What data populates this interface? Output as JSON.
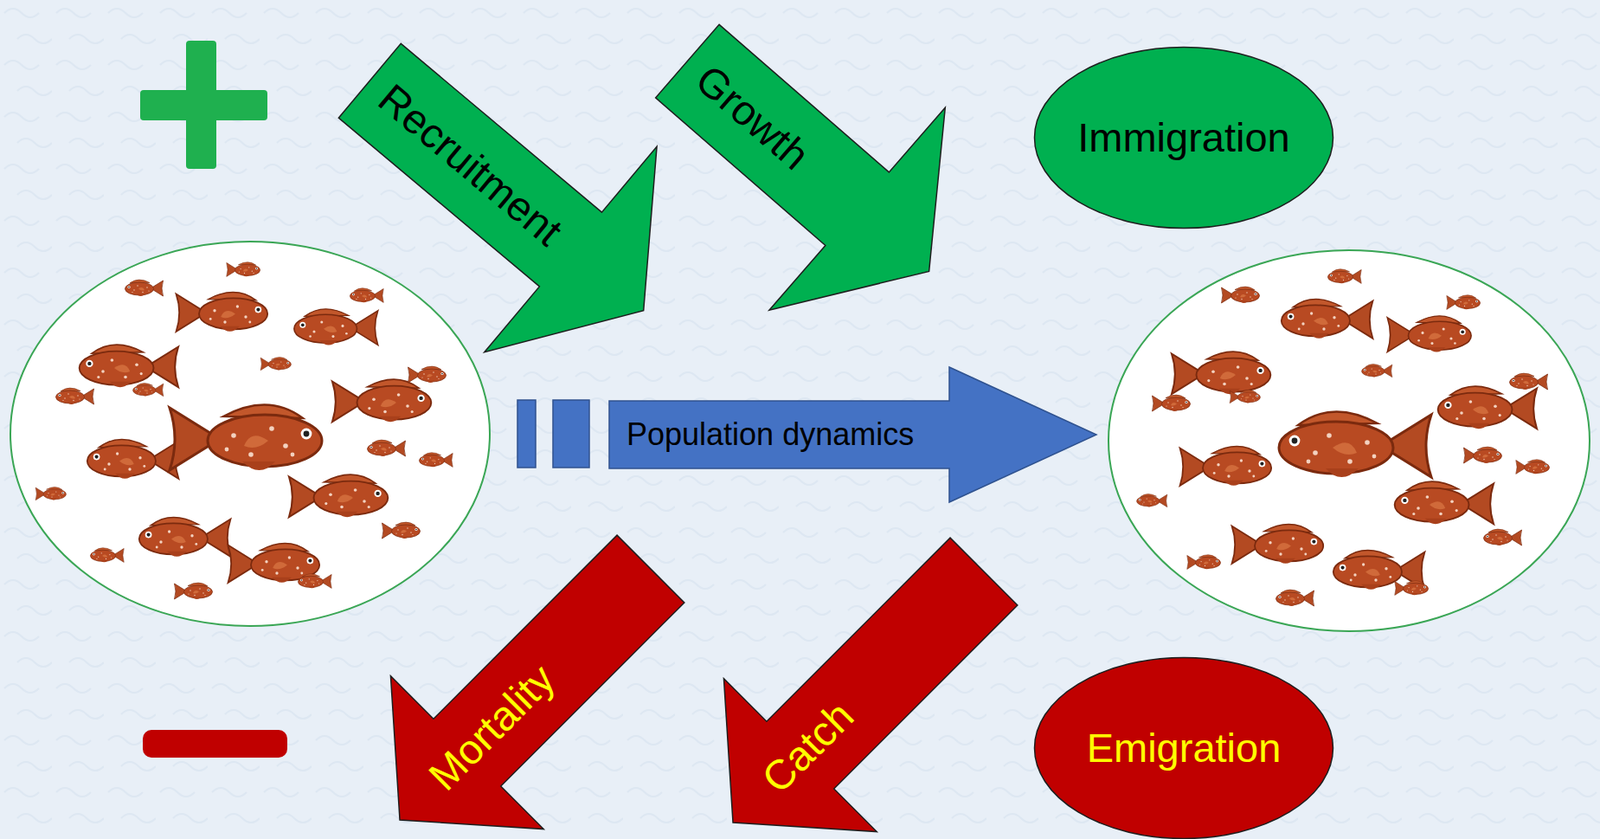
{
  "diagram": {
    "nodes": [
      {
        "text": [
          "Recruitment"
        ]
      },
      {
        "text": [
          "Growth"
        ]
      },
      {
        "text": [
          "Immigration"
        ]
      },
      {
        "text": [
          "Population dynamics"
        ]
      },
      {
        "text": [
          "Mortality"
        ]
      },
      {
        "text": [
          "Catch"
        ]
      },
      {
        "text": [
          "Emigration"
        ]
      }
    ]
  }
}
